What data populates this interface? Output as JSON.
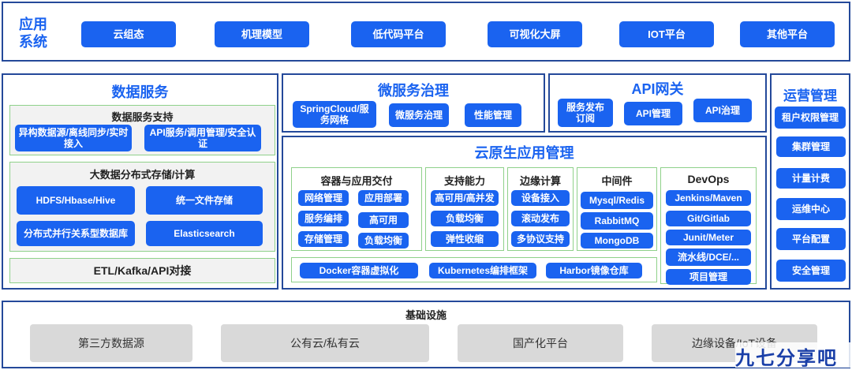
{
  "app_layer": {
    "title_line1": "应用",
    "title_line2": "系统",
    "buttons": [
      "云组态",
      "机理模型",
      "低代码平台",
      "可视化大屏",
      "IOT平台",
      "其他平台"
    ]
  },
  "data_service": {
    "title": "数据服务",
    "support": {
      "title": "数据服务支持",
      "items": [
        "异构数据源/离线同步/实时接入",
        "API服务/调用管理/安全认证"
      ]
    },
    "bigdata": {
      "title": "大数据分布式存储/计算",
      "items": [
        "HDFS/Hbase/Hive",
        "统一文件存储",
        "分布式并行关系型数据库",
        "Elasticsearch"
      ]
    },
    "etl": "ETL/Kafka/API对接"
  },
  "microservice": {
    "title": "微服务治理",
    "items": [
      "SpringCloud/服务网格",
      "微服务治理",
      "性能管理"
    ]
  },
  "api_gateway": {
    "title": "API网关",
    "items": [
      "服务发布订阅",
      "API管理",
      "API治理"
    ]
  },
  "cloud_native": {
    "title": "云原生应用管理",
    "container": {
      "title": "容器与应用交付",
      "items": [
        "网络管理",
        "应用部署",
        "服务编排",
        "高可用",
        "存储管理",
        "负载均衡"
      ]
    },
    "support": {
      "title": "支持能力",
      "items": [
        "高可用/高并发",
        "负载均衡",
        "弹性收缩"
      ]
    },
    "edge": {
      "title": "边缘计算",
      "items": [
        "设备接入",
        "滚动发布",
        "多协议支持"
      ]
    },
    "middleware": {
      "title": "中间件",
      "items": [
        "Mysql/Redis",
        "RabbitMQ",
        "MongoDB"
      ]
    },
    "devops": {
      "title": "DevOps",
      "items": [
        "Jenkins/Maven",
        "Git/Gitlab",
        "Junit/Meter",
        "流水线/DCE/...",
        "项目管理"
      ]
    },
    "bottom": [
      "Docker容器虚拟化",
      "Kubernetes编排框架",
      "Harbor镜像仓库"
    ]
  },
  "operations": {
    "title": "运营管理",
    "items": [
      "租户权限管理",
      "集群管理",
      "计量计费",
      "运维中心",
      "平台配置",
      "安全管理"
    ]
  },
  "infrastructure": {
    "title": "基础设施",
    "items": [
      "第三方数据源",
      "公有云/私有云",
      "国产化平台",
      "边缘设备/IoT设备"
    ]
  },
  "watermark": "九七分享吧"
}
